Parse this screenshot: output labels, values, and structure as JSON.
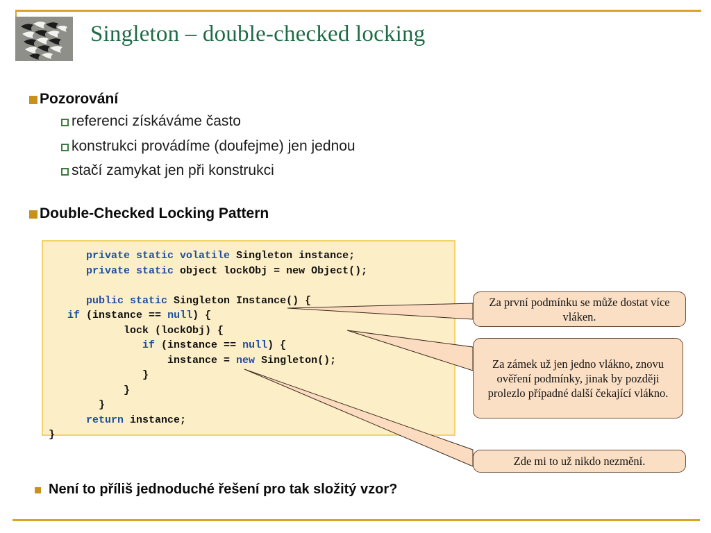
{
  "slide": {
    "title": "Singleton – double-checked locking",
    "logo_alt": "escher-birds-tessellation"
  },
  "colors": {
    "rule_gold": "#d9a424",
    "bullet_gold": "#c8911a",
    "bullet_green": "#3d7a3d",
    "title_green": "#1d6b46",
    "code_bg": "#fcefc8",
    "code_border": "#f0d36a",
    "code_keyword": "#1f4e9c",
    "callout_bg": "#fbdfc4",
    "callout_border": "#6b4a33",
    "tail_fill": "#fbdcc0"
  },
  "bullets": {
    "observation": {
      "label": "Pozorování",
      "sub": [
        "referenci získáváme často",
        "konstrukci provádíme (doufejme) jen jednou",
        "stačí zamykat jen při konstrukci"
      ]
    },
    "pattern_label": "Double-Checked Locking Pattern",
    "question": "Není to příliš jednoduché řešení pro tak složitý vzor?"
  },
  "code": {
    "language": "C#",
    "lines": [
      [
        {
          "t": "      ",
          "k": false
        },
        {
          "t": "private static volatile ",
          "k": true
        },
        {
          "t": "Singleton instance;",
          "k": false
        }
      ],
      [
        {
          "t": "      ",
          "k": false
        },
        {
          "t": "private static ",
          "k": true
        },
        {
          "t": "object lockObj = new Object();",
          "k": false
        }
      ],
      [
        {
          "t": "",
          "k": false
        }
      ],
      [
        {
          "t": "      ",
          "k": false
        },
        {
          "t": "public static ",
          "k": true
        },
        {
          "t": "Singleton Instance() {",
          "k": false
        }
      ],
      [
        {
          "t": "   ",
          "k": false
        },
        {
          "t": "if ",
          "k": true
        },
        {
          "t": "(instance == ",
          "k": false
        },
        {
          "t": "null",
          "k": true
        },
        {
          "t": ") {",
          "k": false
        }
      ],
      [
        {
          "t": "            lock (lockObj) {",
          "k": false
        }
      ],
      [
        {
          "t": "               ",
          "k": false
        },
        {
          "t": "if ",
          "k": true
        },
        {
          "t": "(instance == ",
          "k": false
        },
        {
          "t": "null",
          "k": true
        },
        {
          "t": ") {",
          "k": false
        }
      ],
      [
        {
          "t": "                   instance = ",
          "k": false
        },
        {
          "t": "new ",
          "k": true
        },
        {
          "t": "Singleton();",
          "k": false
        }
      ],
      [
        {
          "t": "               }",
          "k": false
        }
      ],
      [
        {
          "t": "            }",
          "k": false
        }
      ],
      [
        {
          "t": "        }",
          "k": false
        }
      ],
      [
        {
          "t": "      ",
          "k": false
        },
        {
          "t": "return ",
          "k": true
        },
        {
          "t": "instance;",
          "k": false
        }
      ],
      [
        {
          "t": "}",
          "k": false
        }
      ]
    ]
  },
  "callouts": [
    {
      "id": "callout-1",
      "text": "Za první podmínku se může dostat více vláken."
    },
    {
      "id": "callout-2",
      "text": "Za zámek už jen jedno vlákno, znovu ověření podmínky, jinak by později  prolezlo případné další čekající vlákno."
    },
    {
      "id": "callout-3",
      "text": "Zde mi to už nikdo nezmění."
    }
  ]
}
